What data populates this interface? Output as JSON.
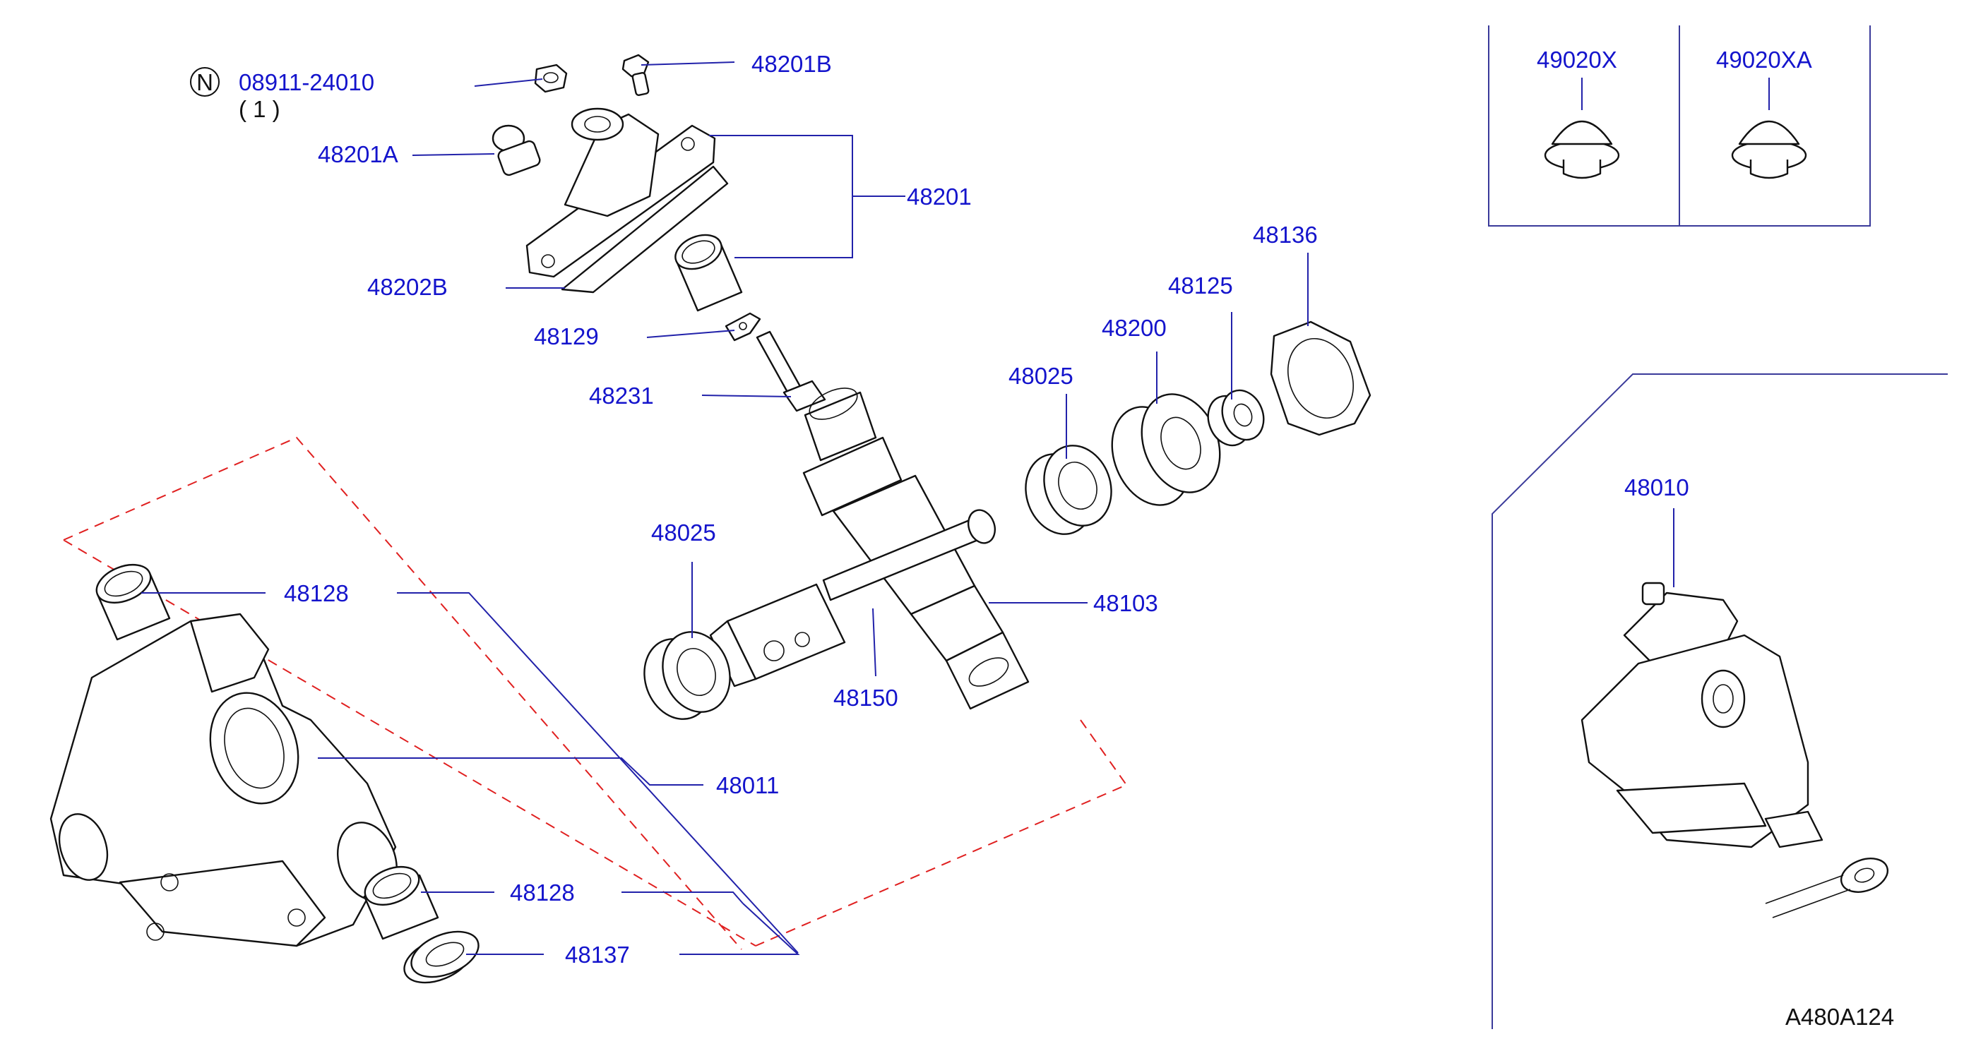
{
  "diagram": {
    "reference_code": "A480A124",
    "note_symbol": "N",
    "note_part_number": "08911-24010",
    "note_quantity": "( 1 )",
    "parts": {
      "p48201B": "48201B",
      "p48201A": "48201A",
      "p48201": "48201",
      "p48202B": "48202B",
      "p48129": "48129",
      "p48231": "48231",
      "p48025_upper": "48025",
      "p48200": "48200",
      "p48125": "48125",
      "p48136": "48136",
      "p48128_upper": "48128",
      "p48025_lower": "48025",
      "p48103": "48103",
      "p48150": "48150",
      "p48011": "48011",
      "p48128_lower": "48128",
      "p48137": "48137",
      "p49020X": "49020X",
      "p49020XA": "49020XA",
      "p48010": "48010"
    }
  }
}
